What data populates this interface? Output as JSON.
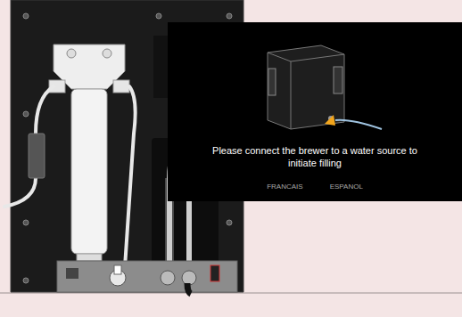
{
  "diagram": {
    "nodes": [
      {
        "text": [
          "Please connect the brewer to a water source to initiate filling",
          "FRANCAIS",
          "ESPANOL"
        ]
      }
    ]
  }
}
